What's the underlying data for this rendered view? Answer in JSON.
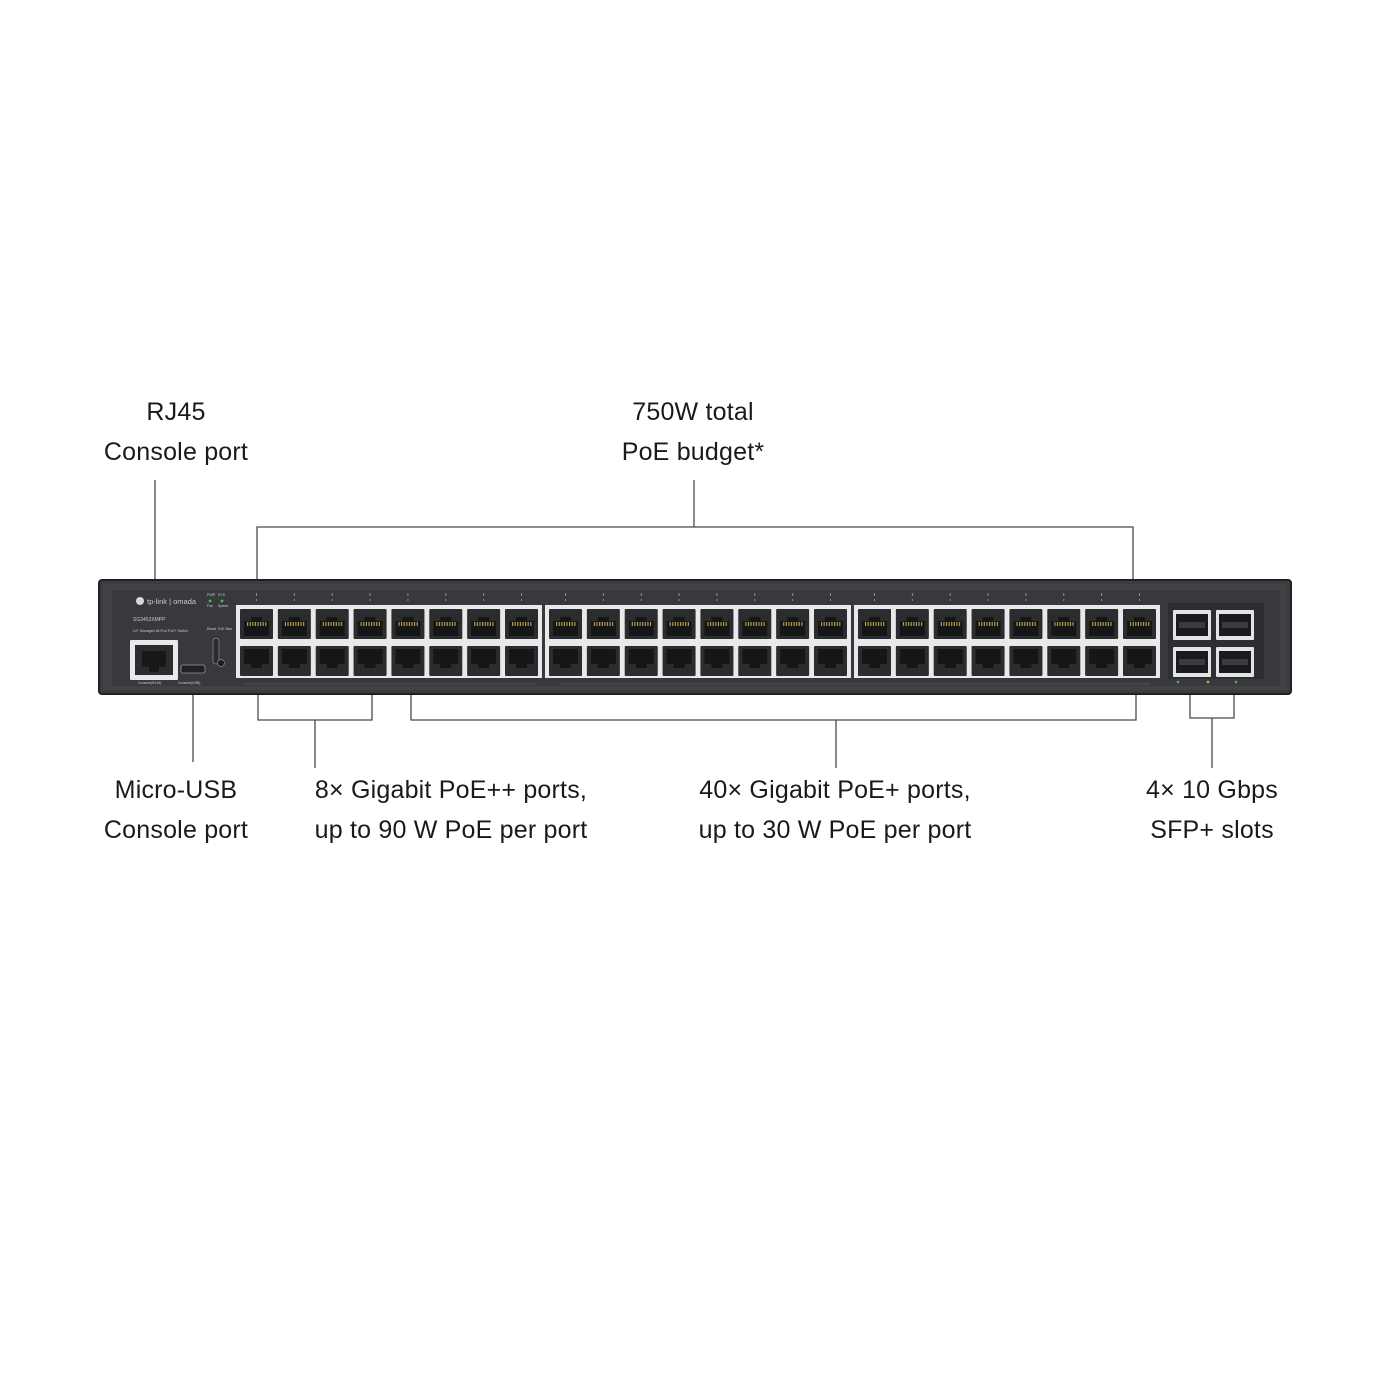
{
  "callouts": {
    "rj45_console": {
      "line1": "RJ45",
      "line2": "Console port"
    },
    "poe_budget": {
      "line1": "750W total",
      "line2": "PoE budget*"
    },
    "micro_usb_console": {
      "line1": "Micro-USB",
      "line2": "Console port"
    },
    "poe_plus_plus": {
      "line1": "8× Gigabit PoE++ ports,",
      "line2": "up to 90 W PoE per port"
    },
    "poe_plus": {
      "line1": "40× Gigabit PoE+ ports,",
      "line2": "up to 30 W PoE per port"
    },
    "sfp_plus": {
      "line1": "4× 10 Gbps",
      "line2": "SFP+ slots"
    }
  },
  "device": {
    "brand": "tp-link | omada",
    "model": "SG3452XMPP",
    "description": "L2+ Managed 48-Port PoE+ Switch",
    "console_rj45_label": "Console(RJ45)",
    "console_usb_label": "Console(USB)",
    "reset_label": "Reset",
    "fan_label": "Fan",
    "pwr_label": "PWR",
    "sys_label": "SYS",
    "speed_label": "Speed",
    "poe_max_label": "PoE Max",
    "rj45_port_count": 48,
    "sfp_slot_count": 4,
    "colors": {
      "chassis": "#3a3c3f",
      "chassis_edge": "#1f2022",
      "port_panel": "#e8e9ea",
      "port_jack": "#2b2c2e",
      "leader_line": "#4a4a4a",
      "led_green": "#3fbf5a",
      "led_amber": "#e6a23c"
    }
  }
}
